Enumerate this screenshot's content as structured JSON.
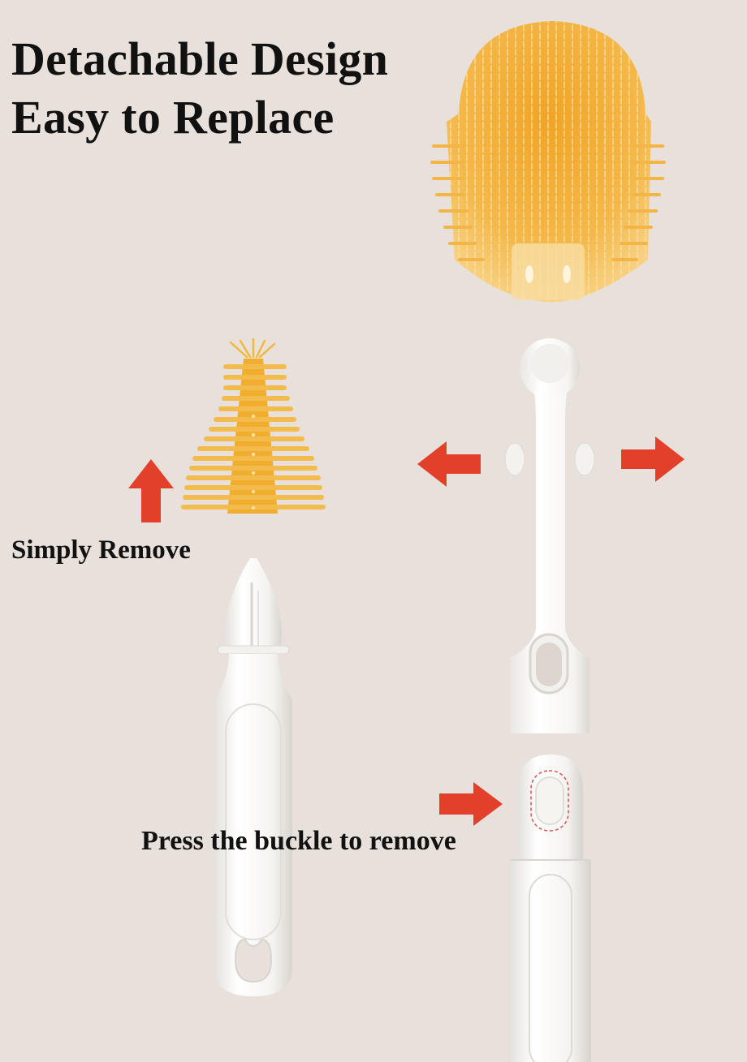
{
  "title": {
    "line1": "Detachable Design",
    "line2": "Easy to Replace"
  },
  "captions": {
    "simply_remove": "Simply Remove",
    "press_buckle": "Press the buckle to remove"
  },
  "colors": {
    "background": "#e8e0da",
    "arrow": "#e2402a",
    "silicone": "#f2b13a",
    "plastic": "#fbfaf8",
    "text": "#111111",
    "dashed_outline": "#d9534f"
  },
  "icons": {
    "arrow_up": "arrow-up-icon",
    "arrow_left": "arrow-left-icon",
    "arrow_right": "arrow-right-icon",
    "arrow_buckle": "arrow-right-icon"
  }
}
